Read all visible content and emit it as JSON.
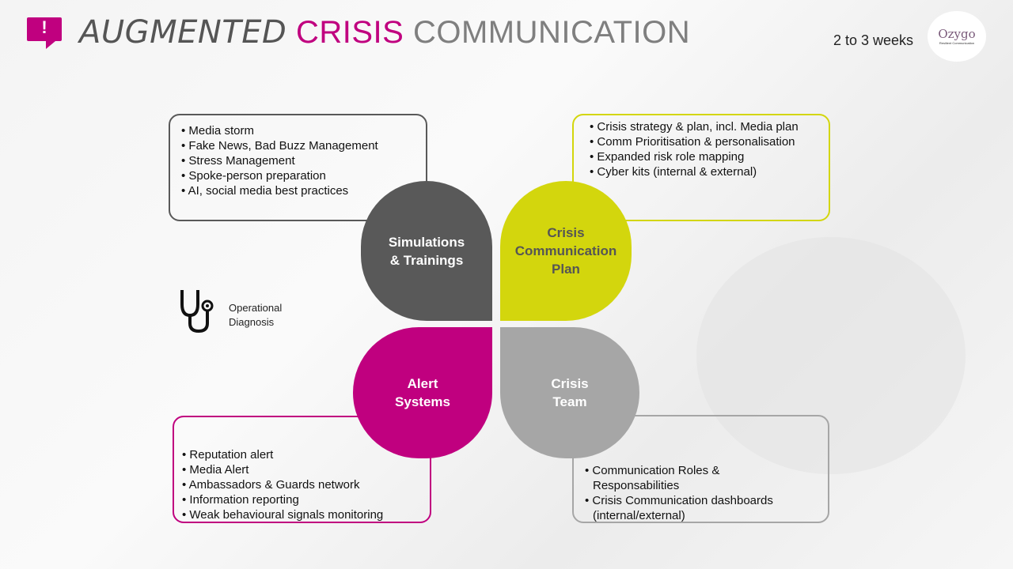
{
  "header": {
    "title_part1": "AUGMENTED",
    "title_part2": "CRISIS",
    "title_part3": "COMMUNICATION",
    "duration": "2 to 3 weeks",
    "logo": {
      "name": "Ozygo",
      "tagline": "Resilient Communication"
    },
    "alert_icon": "exclamation-speech-bubble-icon"
  },
  "colors": {
    "magenta": "#c0007f",
    "dark": "#595959",
    "yellow": "#d3d60d",
    "gray": "#a6a6a6"
  },
  "petals": [
    {
      "label1": "Simulations",
      "label2": "& Trainings",
      "label3": ""
    },
    {
      "label1": "Crisis",
      "label2": "Communication",
      "label3": "Plan"
    },
    {
      "label1": "Alert",
      "label2": "Systems",
      "label3": ""
    },
    {
      "label1": "Crisis",
      "label2": "Team",
      "label3": ""
    }
  ],
  "boxes": {
    "simulations": [
      "Media storm",
      "Fake News, Bad Buzz Management",
      "Stress Management",
      "Spoke-person preparation",
      "AI, social media best practices"
    ],
    "plan": [
      "Crisis strategy & plan, incl. Media plan",
      "Comm Prioritisation & personalisation",
      "Expanded risk role mapping",
      "Cyber kits (internal & external)"
    ],
    "alert": [
      "Reputation alert",
      "Media Alert",
      "Ambassadors & Guards network",
      "Information reporting",
      "Weak behavioural signals monitoring"
    ],
    "team": [
      "Communication Roles & Responsabilities",
      "Crisis Communication dashboards (internal/external)"
    ]
  },
  "diagnosis": {
    "icon": "stethoscope-icon",
    "line1": "Operational",
    "line2": "Diagnosis"
  }
}
